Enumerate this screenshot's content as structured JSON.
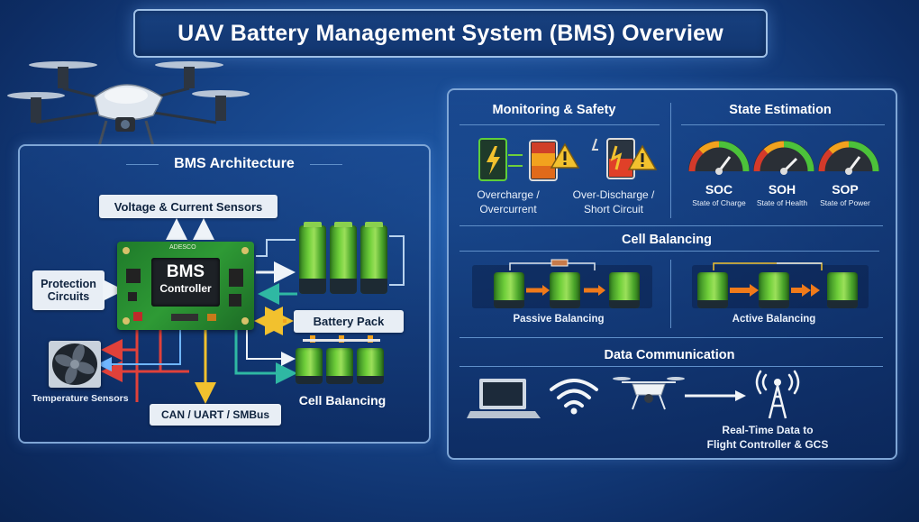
{
  "title": "UAV Battery Management System (BMS) Overview",
  "architecture": {
    "heading": "BMS Architecture",
    "sensors_label": "Voltage & Current Sensors",
    "protection_label": "Protection Circuits",
    "controller_title": "BMS",
    "controller_sub": "Controller",
    "chip_brand": "ADESCO",
    "battery_pack_label": "Battery Pack",
    "temp_label": "Temperature Sensors",
    "cell_balancing_label": "Cell Balancing",
    "bus_label": "CAN / UART / SMBus"
  },
  "monitoring": {
    "heading": "Monitoring & Safety",
    "items": [
      {
        "label": "Overcharge / Overcurrent"
      },
      {
        "label": "Over-Discharge / Short Circuit"
      }
    ]
  },
  "state_estimation": {
    "heading": "State Estimation",
    "gauges": [
      {
        "abbr": "SOC",
        "name": "State of Charge"
      },
      {
        "abbr": "SOH",
        "name": "State of Health"
      },
      {
        "abbr": "SOP",
        "name": "State of Power"
      }
    ]
  },
  "cell_balancing": {
    "heading": "Cell Balancing",
    "passive_label": "Passive Balancing",
    "active_label": "Active Balancing"
  },
  "data_comm": {
    "heading": "Data Communication",
    "caption_line1": "Real-Time Data to",
    "caption_line2": "Flight Controller & GCS"
  },
  "colors": {
    "accent_green": "#6fcf3a",
    "arrow_orange": "#f07a1a",
    "arrow_red": "#e0413a",
    "arrow_yellow": "#f2c12e",
    "arrow_teal": "#2fb8a3",
    "panel_border": "#7fa6d6"
  },
  "icons": [
    "drone-icon",
    "fan-icon",
    "battery-charging-icon",
    "warning-icon",
    "gauge-icon",
    "laptop-icon",
    "wifi-icon",
    "antenna-tower-icon"
  ]
}
